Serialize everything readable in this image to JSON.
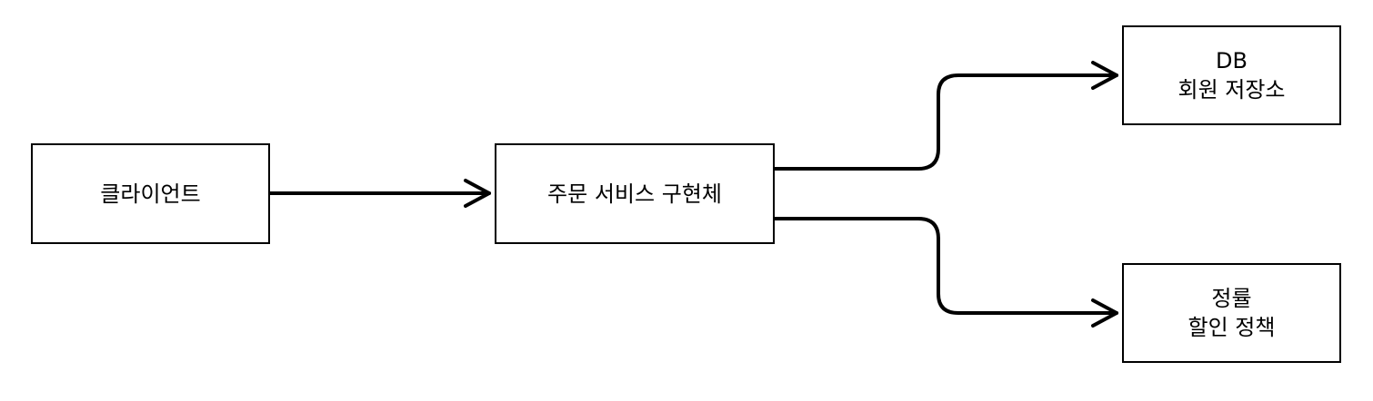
{
  "nodes": {
    "client": {
      "label": "클라이언트"
    },
    "order_service": {
      "label": "주문 서비스 구현체"
    },
    "member_repo": {
      "line1": "DB",
      "line2": "회원 저장소"
    },
    "discount_policy": {
      "line1": "정률",
      "line2": "할인 정책"
    }
  },
  "edges": [
    {
      "from": "client",
      "to": "order_service"
    },
    {
      "from": "order_service",
      "to": "member_repo"
    },
    {
      "from": "order_service",
      "to": "discount_policy"
    }
  ],
  "colors": {
    "stroke": "#000000",
    "fill": "#ffffff",
    "text": "#000000"
  }
}
